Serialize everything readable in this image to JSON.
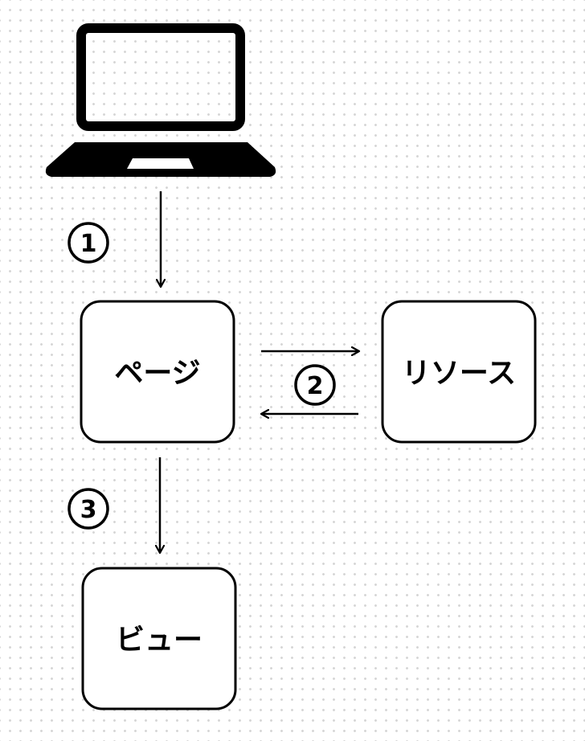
{
  "diagram": {
    "nodes": {
      "page": "ページ",
      "resource": "リソース",
      "view": "ビュー"
    },
    "steps": [
      "1",
      "2",
      "3"
    ],
    "icons": {
      "client": "laptop-icon"
    },
    "colors": {
      "stroke": "#000000",
      "node_fill": "#ffffff",
      "background": "#ffffff",
      "grid_dots": "#d6d6d6"
    }
  }
}
